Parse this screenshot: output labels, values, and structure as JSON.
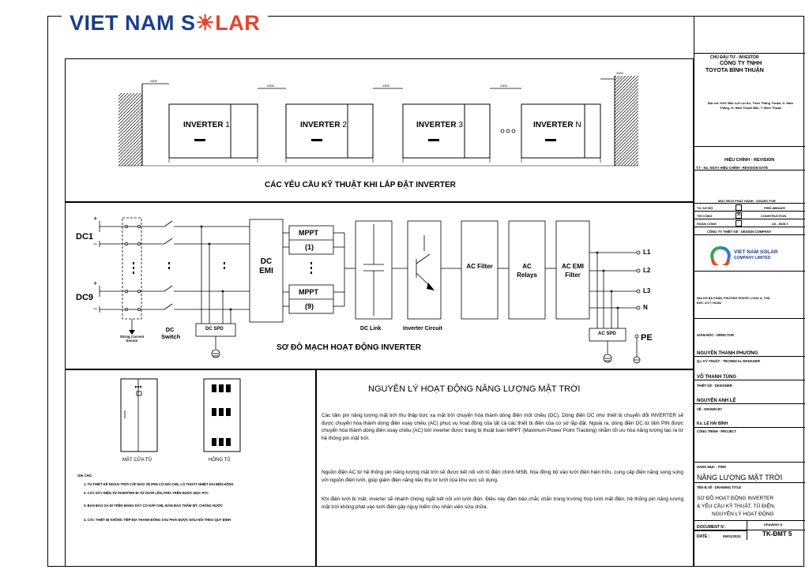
{
  "logo": {
    "part1": "VIET NAM S",
    "sun": "☀",
    "part2": "LAR"
  },
  "inverters": [
    {
      "label": "INVERTER",
      "num": "1"
    },
    {
      "label": "INVERTER",
      "num": "2"
    },
    {
      "label": "INVERTER",
      "num": "3"
    },
    {
      "label": "INVERTER",
      "num": "N"
    }
  ],
  "gap_labels": [
    "≥300",
    "≥300",
    "≥300",
    "≥300",
    "≥300"
  ],
  "section1_title": "CÁC YÊU CẦU KỸ THUẬT KHI LẮP ĐẶT INVERTER",
  "circuit": {
    "dc1": "DC1",
    "dc9": "DC9",
    "string_current": "String Current Sensor",
    "dc_switch": "DC Switch",
    "dc_spd": "DC SPD",
    "dc_emi": "DC EMI",
    "mppt1": "MPPT",
    "mppt1_n": "(1)",
    "mppt9": "MPPT",
    "mppt9_n": "(9)",
    "dc_link": "DC Link",
    "inverter_circuit": "Inverter Circuit",
    "ac_filter": "AC Filter",
    "ac_relays": "AC Relays",
    "ac_emi": "AC EMI Filter",
    "ac_spd": "AC SPD",
    "l1": "L1",
    "l2": "L2",
    "l3": "L3",
    "n": "N",
    "pe": "PE"
  },
  "section2_title": "SƠ ĐỒ MẠCH HOẠT ĐỘNG INVERTER",
  "cabinet": {
    "front": "MẶT CỬA TỦ",
    "inside": "HỘNG TỦ"
  },
  "notes": {
    "header": "GHI CHÚ:",
    "items": [
      "1. TỦ THIẾT KẾ NGOÀI TRỜI CẤP BẢO VỆ IP65 CÓ MÁI CHE, LỖ THOÁT NHIỆT HAI BÊN HÔNG",
      "2. CÁC DÂY ĐIỆN TỪ INVERTER ĐI TỪ DƯỚI LÊN, PHÍA TRÊN ĐƯỢC BỌC PVC",
      "3. BẢN BẢO GÁ ĐI TRÊN MÁNG DÂY CÓ NẮP CHE, ĐẢM BẢO THẨM MỸ, CHỐNG NƯỚC",
      "4. CÁC THIẾT BỊ KHÔNG TIẾP ĐỊA THANH ĐỒNG SAU PHẢI ĐƯỢC ĐẤU NỐI THEO QUY ĐỊNH"
    ]
  },
  "principle": {
    "title": "NGUYÊN LÝ HOẠT ĐỘNG NĂNG LƯỢNG MẶT TRỜI",
    "p1": "Các tấm pin năng lượng mặt trời thu thập bức xạ mặt trời chuyển hóa thành dòng điện một chiều (DC). Dòng điện DC như thiết bị chuyển đổi INVERTER sẽ được chuyển hóa thành dòng điện xoay chiều (AC) phục vụ hoạt động của tất cả các thiết bị điện của cơ sở lắp đặt. Ngoài ra, dòng điện DC từ tấm PIN được chuyển hóa thành dòng điện xoay chiều (AC) bởi inverter được trang bị thuật toán MPPT (Maximum Power Point Tracking) nhằm tối ưu hóa năng lượng tạo ra từ hệ thống pin mặt trời.",
    "p2": "Nguồn điện AC từ hệ thống pin năng lượng mặt trời sẽ được kết nối với tủ điện chính MSB, hòa đồng bộ vào lưới điện hiện hữu, cung cấp điện năng song song với nguồn điện lưới, giúp giảm điện năng tiêu thụ từ lưới của khu vực sử dụng.",
    "p3": "Khi điện lưới bị mất, inverter sẽ nhanh chóng ngắt kết nối với lưới điện. Điều này đảm bảo chắc chắn trong trường hợp lưới mất điện, hệ thống pin năng lượng mặt trời không phát vào lưới điện gây nguy hiểm cho nhân viên sửa chữa."
  },
  "titleblock": {
    "investor_label": "CHỦ ĐẦU TƯ - INVESTOR",
    "investor1": "CÔNG TY TNHH",
    "investor2": "TOYOTA BÌNH THUẬN",
    "address": "Địa chỉ: KDC Bắc Lợi Lợi An, Thôn Thắng Thuận, X. Hàm Thắng, H. Hàm Thuận Bắc, T. Bình Thuận",
    "revision": "HIỆU CHỈNH - REVISION",
    "rev_cols": "T.T - No. NGÀY HIỆU CHỈNH - REVISION DATE",
    "issued": "MỤC ĐÍCH PHÁT HÀNH - ISSUED FOR",
    "tk_so_bo": "T.K SƠ BỘ",
    "preliminary": "PRELIMINARY",
    "thi_cong": "THI CÔNG",
    "construction": "CONSTRUCTION",
    "hoan_cong": "HOÀN CÔNG",
    "as_built": "AS - BUILT",
    "design_company": "CÔNG TY THIẾT KẾ - DESIGN COMPANY",
    "vns1": "VIET NAM SOLAR",
    "vns2": "COMPANY LIMITED",
    "vn_address": "55A HỒ BÁ PHẤN, PHƯỜNG PHƯỚC LONG A, THỦ ĐỨC CITY, HCMC",
    "director_label": "GIÁM ĐỐC - DIRECTOR",
    "director": "NGUYỄN THANH PHƯƠNG",
    "tech_label": "Q.L KỸ THUẬT - TECHNICAL MANAGER",
    "tech": "VÕ THANH TÙNG",
    "designer_label": "THIẾT KẾ - DESIGNER",
    "designer": "NGUYỄN ANH LÊ",
    "drawn_label": "VẼ - DRAWN BY",
    "drawn": "Ks. LÊ HẢI BÌNH",
    "project_label": "CÔNG TRÌNH - PROJECT",
    "item_label": "HẠNG MỤC - ITEM",
    "item": "NĂNG LƯỢNG MẶT TRỜI",
    "drawing_title_label": "TÊN B.VẼ - DRAWING TITLE",
    "drawing_title1": "SƠ ĐỒ HOẠT ĐỘNG INVERTER",
    "drawing_title2": "& YÊU CẦU KỸ THUẬT, TỦ ĐIỆN,",
    "drawing_title3": "NGUYÊN LÝ HOẠT ĐỘNG",
    "doc_label": "DOCUMENT N :",
    "drawing_n_label": "DRAWING N",
    "date_label": "DATE :",
    "date": "05/01/2023",
    "drawing_n": "TK-ĐMT 5"
  },
  "colors": {
    "brand_blue": "#1a3e8c",
    "brand_red": "#e9442b",
    "logo_green": "#3aa34a",
    "logo_blue": "#2a7fc9"
  }
}
